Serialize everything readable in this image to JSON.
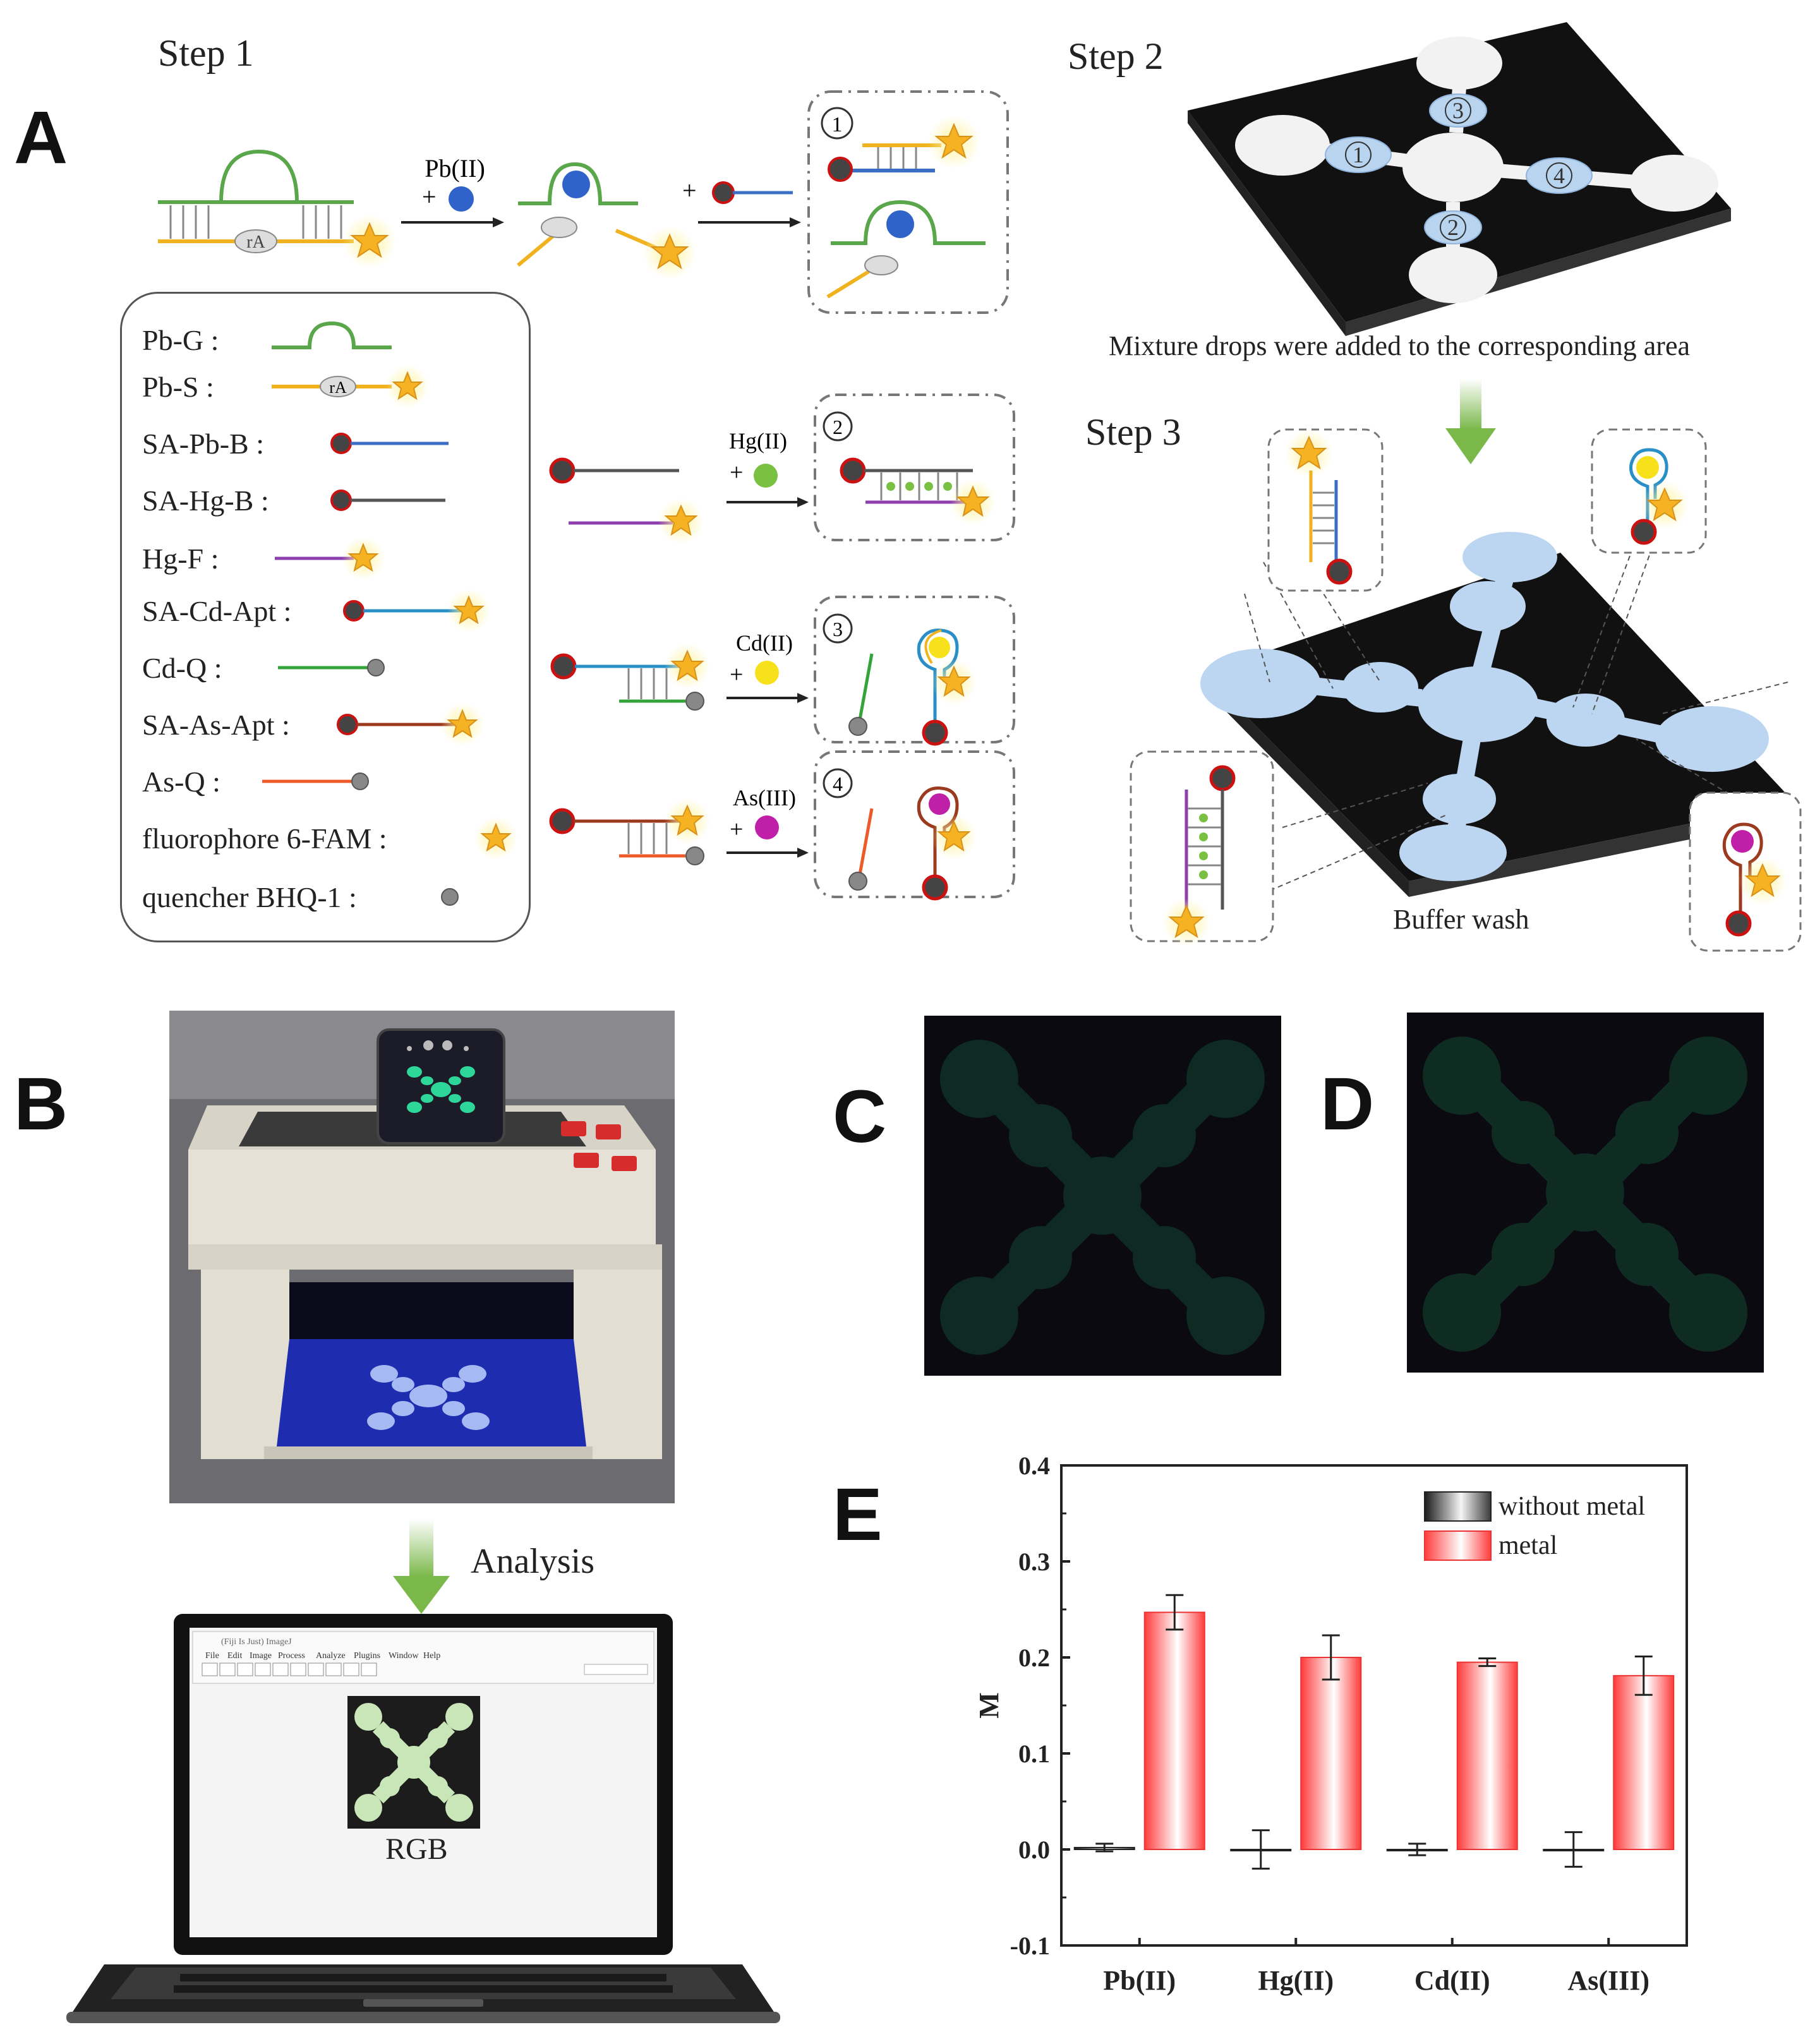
{
  "panels": {
    "A": "A",
    "B": "B",
    "C": "C",
    "D": "D",
    "E": "E"
  },
  "step1": {
    "title": "Step 1",
    "reaction_pb": {
      "ion": "Pb(II)",
      "plus": "+",
      "rA": "rA"
    },
    "box_numbers": [
      "1",
      "2",
      "3",
      "4"
    ],
    "reaction_hg": {
      "ion": "Hg(II)",
      "plus": "+"
    },
    "reaction_cd": {
      "ion": "Cd(II)",
      "plus": "+"
    },
    "reaction_as": {
      "ion": "As(III)",
      "plus": "+"
    }
  },
  "legend": [
    {
      "label": "Pb-G :",
      "icon": "pb-g-loop",
      "color": "#5aa64a"
    },
    {
      "label": "Pb-S :",
      "icon": "pb-s-strand",
      "color": "#f0b21e",
      "tag": "rA"
    },
    {
      "label": "SA-Pb-B :",
      "icon": "sa-pb-b-strand",
      "color": "#3b6fc6"
    },
    {
      "label": "SA-Hg-B :",
      "icon": "sa-hg-b-strand",
      "color": "#555555"
    },
    {
      "label": "Hg-F :",
      "icon": "hg-f-strand",
      "color": "#8d3fae"
    },
    {
      "label": "SA-Cd-Apt :",
      "icon": "sa-cd-apt-strand",
      "color": "#2a8fc7"
    },
    {
      "label": "Cd-Q :",
      "icon": "cd-q-strand",
      "color": "#33a33a"
    },
    {
      "label": "SA-As-Apt :",
      "icon": "sa-as-apt-strand",
      "color": "#9b3a1e"
    },
    {
      "label": "As-Q :",
      "icon": "as-q-strand",
      "color": "#ec5a2a"
    },
    {
      "label": "fluorophore 6-FAM :",
      "icon": "star-icon",
      "color": "#f5b323"
    },
    {
      "label": "quencher BHQ-1 :",
      "icon": "quencher-ball-icon",
      "color": "#7a7a7a"
    }
  ],
  "step2": {
    "title": "Step 2",
    "zone_numbers": [
      "1",
      "2",
      "3",
      "4"
    ],
    "caption": "Mixture drops were added to the corresponding area"
  },
  "step3": {
    "title": "Step 3",
    "caption": "Buffer wash"
  },
  "panelB": {
    "analysis_label": "Analysis",
    "rgb_label": "RGB",
    "menu": [
      "File",
      "Edit",
      "Image",
      "Process",
      "Analyze",
      "Plugins",
      "Window",
      "Help"
    ],
    "app_title": "(Fiji Is Just) ImageJ"
  },
  "chart_data": {
    "type": "bar",
    "categories": [
      "Pb(II)",
      "Hg(II)",
      "Cd(II)",
      "As(III)"
    ],
    "ylabel": "M",
    "xlabel": "",
    "ylim": [
      -0.1,
      0.4
    ],
    "yticks": [
      "-0.1",
      "0.0",
      "0.1",
      "0.2",
      "0.3",
      "0.4"
    ],
    "legend_position": "top-right",
    "series": [
      {
        "name": "without metal",
        "values": [
          0.002,
          0.0,
          0.0,
          0.0
        ],
        "errors": [
          0.004,
          0.02,
          0.006,
          0.018
        ],
        "color": "#444444"
      },
      {
        "name": "metal",
        "values": [
          0.247,
          0.2,
          0.195,
          0.181
        ],
        "errors": [
          0.018,
          0.023,
          0.004,
          0.02
        ],
        "color": "#ff5a5a"
      }
    ]
  }
}
